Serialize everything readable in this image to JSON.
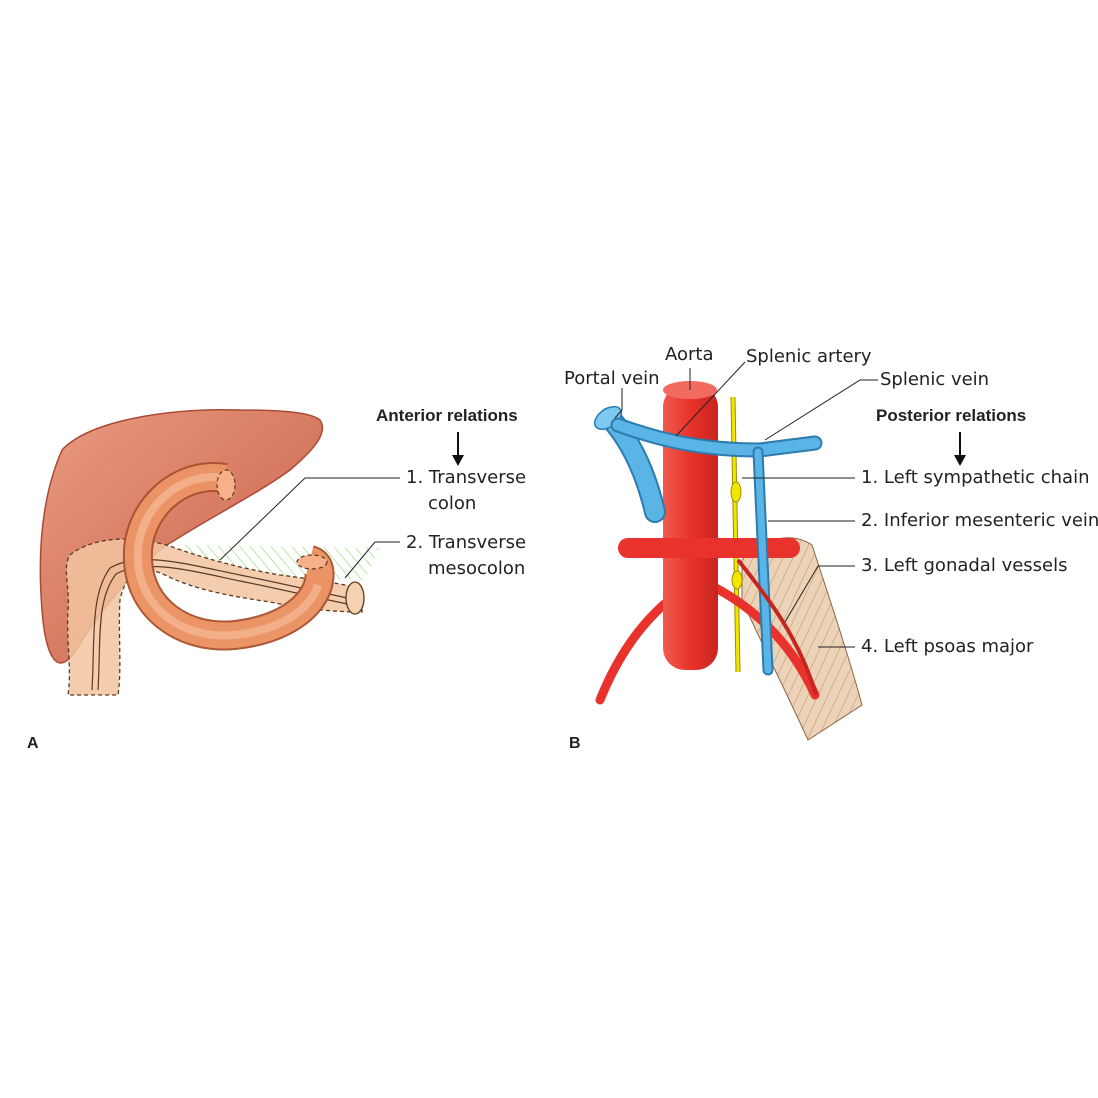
{
  "panel_a": {
    "letter": "A",
    "header": "Anterior relations",
    "labels": [
      {
        "number": "1.",
        "line1": "Transverse",
        "line2": "colon"
      },
      {
        "number": "2.",
        "line1": "Transverse",
        "line2": "mesocolon"
      }
    ]
  },
  "panel_b": {
    "letter": "B",
    "header": "Posterior relations",
    "top_labels": {
      "aorta": "Aorta",
      "portal_vein": "Portal vein",
      "splenic_artery": "Splenic artery",
      "splenic_vein": "Splenic vein"
    },
    "labels": [
      {
        "number": "1.",
        "text": "Left sympathetic chain"
      },
      {
        "number": "2.",
        "text": "Inferior mesenteric vein"
      },
      {
        "number": "3.",
        "text": "Left gonadal vessels"
      },
      {
        "number": "4.",
        "text": "Left psoas major"
      }
    ]
  },
  "colors": {
    "liver": "#d9755f",
    "pancreas": "#f2c4a0",
    "colon": "#ef8e62",
    "mesocolon": "#7ed957",
    "artery": "#e8322b",
    "vein": "#4aa6dc",
    "sympathetic_chain": "#f2e600",
    "psoas": "#e8c9a8"
  }
}
